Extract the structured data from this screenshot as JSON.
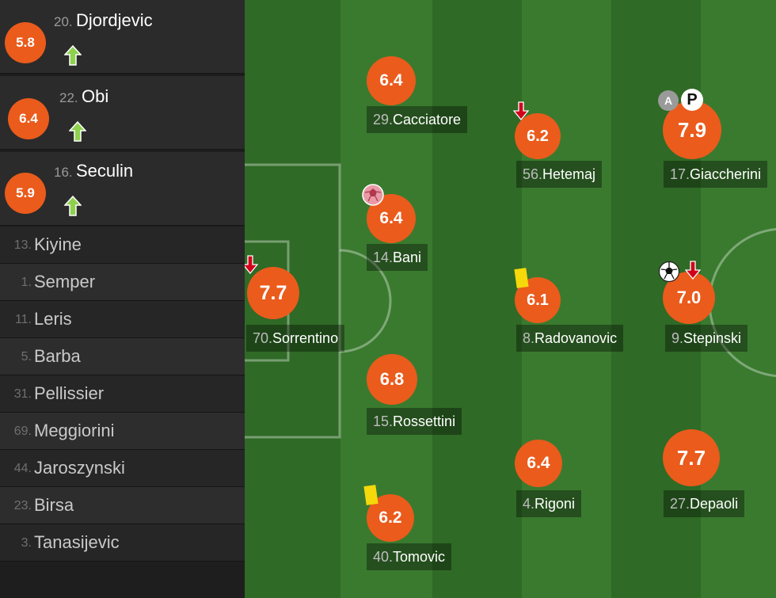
{
  "substitutes": [
    {
      "rating": "5.8",
      "number": "20.",
      "name": "Djordjevic",
      "icon": "sub-in-arrow-icon"
    },
    {
      "rating": "6.4",
      "number": "22.",
      "name": "Obi",
      "icon": "sub-in-arrow-icon"
    },
    {
      "rating": "5.9",
      "number": "16.",
      "name": "Seculin",
      "icon": "sub-in-arrow-icon"
    }
  ],
  "bench": [
    {
      "number": "13.",
      "name": "Kiyine"
    },
    {
      "number": "1.",
      "name": "Semper"
    },
    {
      "number": "11.",
      "name": "Leris"
    },
    {
      "number": "5.",
      "name": "Barba"
    },
    {
      "number": "31.",
      "name": "Pellissier"
    },
    {
      "number": "69.",
      "name": "Meggiorini"
    },
    {
      "number": "44.",
      "name": "Jaroszynski"
    },
    {
      "number": "23.",
      "name": "Birsa"
    },
    {
      "number": "3.",
      "name": "Tanasijevic"
    }
  ],
  "players": {
    "sorrentino": {
      "rating": "7.7",
      "number": "70.",
      "name": "Sorrentino",
      "icons": [
        "sub-out-arrow-icon"
      ]
    },
    "cacciatore": {
      "rating": "6.4",
      "number": "29.",
      "name": "Cacciatore"
    },
    "bani": {
      "rating": "6.4",
      "number": "14.",
      "name": "Bani",
      "icons": [
        "own-goal-ball-icon"
      ]
    },
    "rossettini": {
      "rating": "6.8",
      "number": "15.",
      "name": "Rossettini"
    },
    "tomovic": {
      "rating": "6.2",
      "number": "40.",
      "name": "Tomovic",
      "icons": [
        "yellow-card-icon"
      ]
    },
    "hetemaj": {
      "rating": "6.2",
      "number": "56.",
      "name": "Hetemaj",
      "icons": [
        "sub-out-arrow-icon"
      ]
    },
    "radovanovic": {
      "rating": "6.1",
      "number": "8.",
      "name": "Radovanovic",
      "icons": [
        "yellow-card-icon"
      ]
    },
    "rigoni": {
      "rating": "6.4",
      "number": "4.",
      "name": "Rigoni"
    },
    "giaccherini": {
      "rating": "7.9",
      "number": "17.",
      "name": "Giaccherini",
      "icons": [
        "assist-icon",
        "penalty-icon"
      ]
    },
    "stepinski": {
      "rating": "7.0",
      "number": "9.",
      "name": "Stepinski",
      "icons": [
        "goal-ball-icon",
        "sub-out-arrow-icon"
      ]
    },
    "depaoli": {
      "rating": "7.7",
      "number": "27.",
      "name": "Depaoli"
    }
  },
  "icon_labels": {
    "assist": "A",
    "penalty": "P"
  },
  "colors": {
    "rating_bg": "#ea5b1c",
    "sub_in": "#8fd14f",
    "sub_out": "#d0021b",
    "yellow_card": "#f5d90a",
    "pitch_light": "#3a7a2f",
    "pitch_dark": "#2f6a26"
  }
}
